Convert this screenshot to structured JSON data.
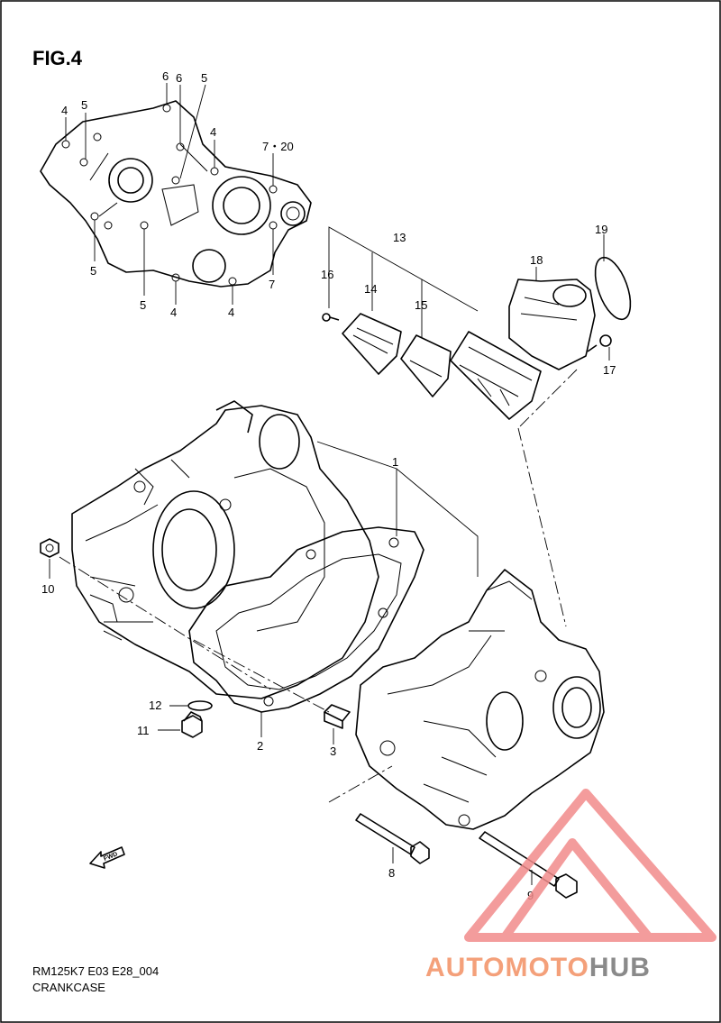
{
  "figure": {
    "title": "FIG.4",
    "model_code": "RM125K7 E03 E28_004",
    "section_name": "CRANKCASE"
  },
  "callouts": {
    "c1": "1",
    "c2": "2",
    "c3": "3",
    "c4a": "4",
    "c4b": "4",
    "c4c": "4",
    "c4d": "4",
    "c5a": "5",
    "c5b": "5",
    "c5c": "5",
    "c5d": "5",
    "c6a": "6",
    "c6b": "6",
    "c7": "7",
    "c7_20": "7・20",
    "c8": "8",
    "c9": "9",
    "c10": "10",
    "c11": "11",
    "c12": "12",
    "c13": "13",
    "c14": "14",
    "c15": "15",
    "c16": "16",
    "c17": "17",
    "c18": "18",
    "c19": "19"
  },
  "fwd_arrow": {
    "label": "FWD"
  },
  "watermark": {
    "prefix": "AUTOMOTO",
    "suffix": "HUB",
    "prefix_color": "#f4a07a",
    "suffix_color": "#8a8a8a",
    "triangle_color": "#f28b8b"
  },
  "icons": {
    "fwd": "fwd-arrow-icon",
    "logo": "triangle-logo-icon"
  }
}
